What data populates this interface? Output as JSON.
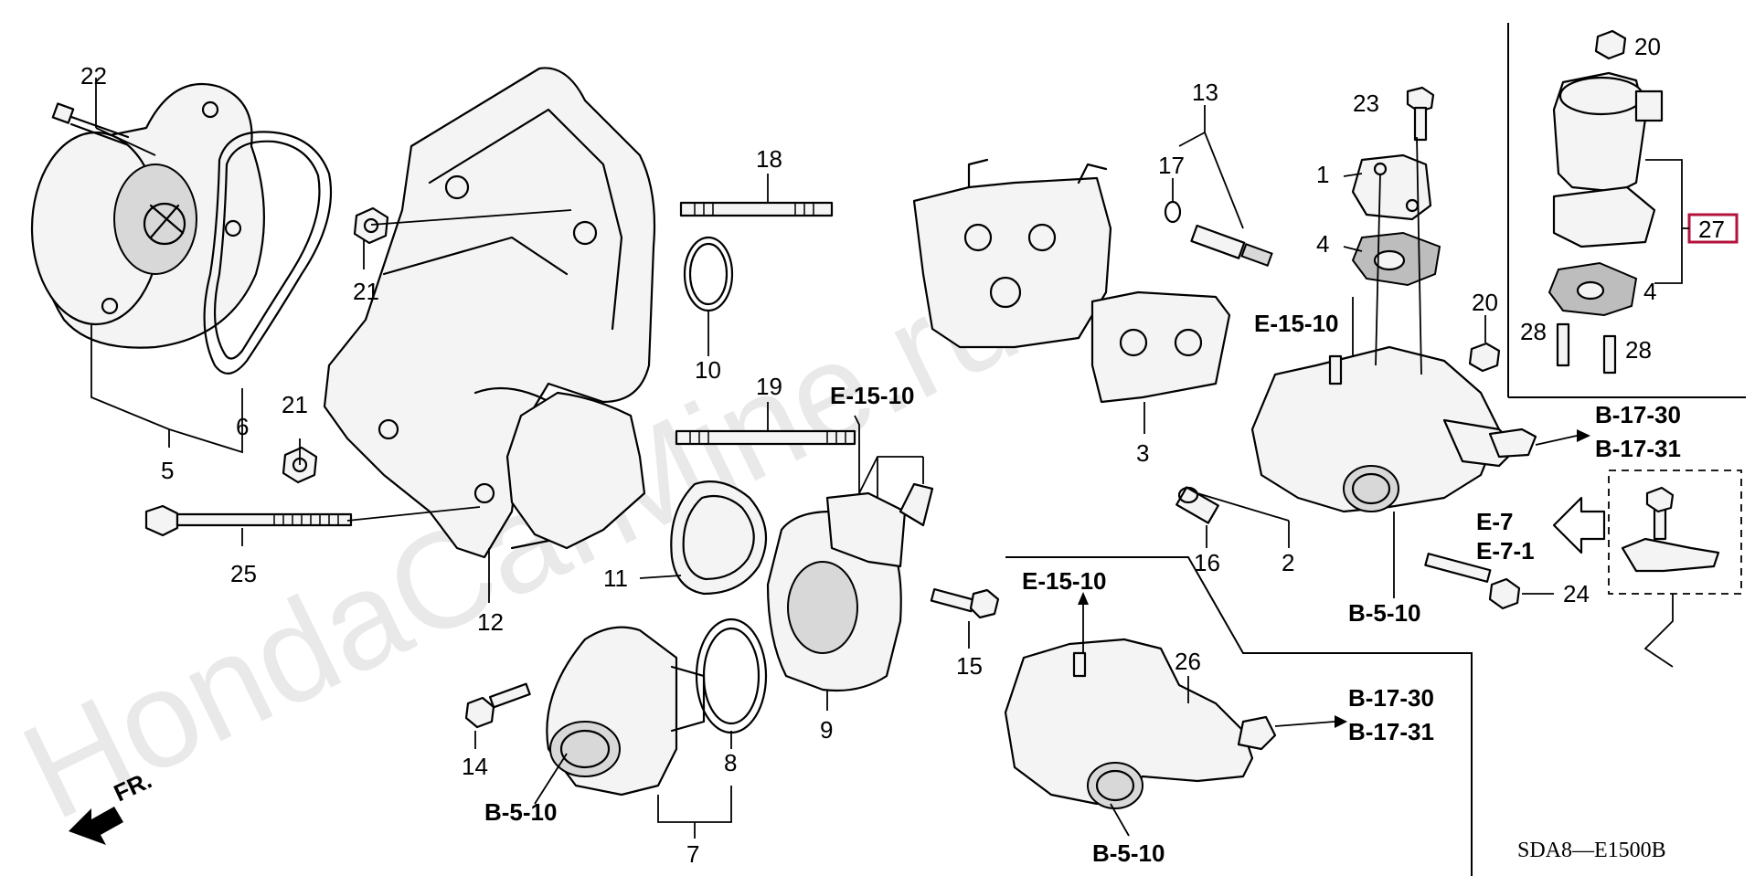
{
  "watermark": "HondaCarMine.ru",
  "drawing_code": "SDA8—E1500B",
  "part_numbers": {
    "p1": "1",
    "p2": "2",
    "p3": "3",
    "p4a": "4",
    "p4b": "4",
    "p5": "5",
    "p6": "6",
    "p7": "7",
    "p8": "8",
    "p9": "9",
    "p10": "10",
    "p11": "11",
    "p12": "12",
    "p13": "13",
    "p14": "14",
    "p15": "15",
    "p16": "16",
    "p17": "17",
    "p18": "18",
    "p19": "19",
    "p20a": "20",
    "p20b": "20",
    "p21a": "21",
    "p21b": "21",
    "p22": "22",
    "p23": "23",
    "p24": "24",
    "p25": "25",
    "p26": "26",
    "p27": "27",
    "p28a": "28",
    "p28b": "28"
  },
  "references": {
    "e15_10_a": "E-15-10",
    "e15_10_b": "E-15-10",
    "e15_10_c": "E-15-10",
    "b17_30_a": "B-17-30",
    "b17_31_a": "B-17-31",
    "b17_30_b": "B-17-30",
    "b17_31_b": "B-17-31",
    "e7": "E-7",
    "e7_1": "E-7-1",
    "b5_10_a": "B-5-10",
    "b5_10_b": "B-5-10",
    "b5_10_c": "B-5-10"
  },
  "front_label": "FR.",
  "colors": {
    "highlight": "#b3123a",
    "line": "#000000",
    "watermark": "#e9e9e9"
  }
}
